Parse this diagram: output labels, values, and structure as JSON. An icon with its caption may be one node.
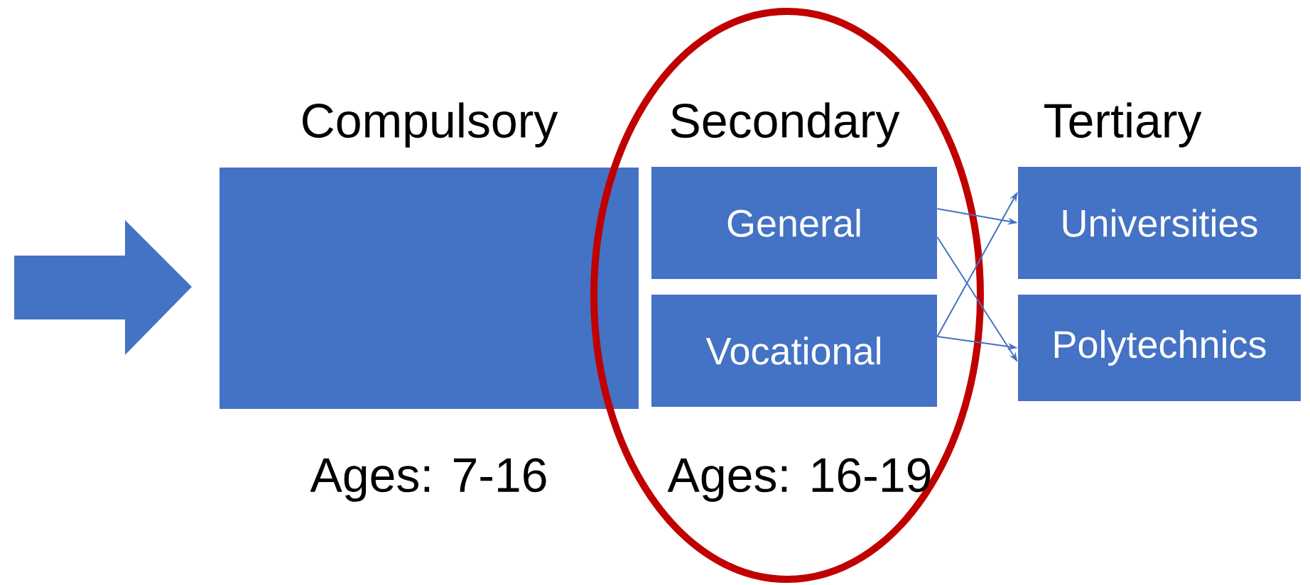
{
  "diagram": {
    "nodes": [
      {
        "text": [],
        "shape": "arrow"
      },
      {
        "text": [
          "Compulsory"
        ],
        "beside": [
          "Ages: 7-16"
        ]
      },
      {
        "text": [
          "Secondary",
          "Ages: 16-19"
        ]
      },
      {
        "text": [
          "General"
        ],
        "in": 2
      },
      {
        "text": [
          "Vocational"
        ],
        "in": 2
      },
      {
        "text": [
          "Universities"
        ]
      },
      {
        "text": [
          "Polytechnics"
        ]
      }
    ],
    "edges": [
      {
        "from": 3,
        "to": 5,
        "arrow": "to"
      },
      {
        "from": 3,
        "to": 6,
        "arrow": "to"
      },
      {
        "from": 4,
        "to": 5,
        "arrow": "to"
      },
      {
        "from": 4,
        "to": 6,
        "arrow": "to"
      }
    ],
    "labels": [
      "Tertiary"
    ]
  }
}
